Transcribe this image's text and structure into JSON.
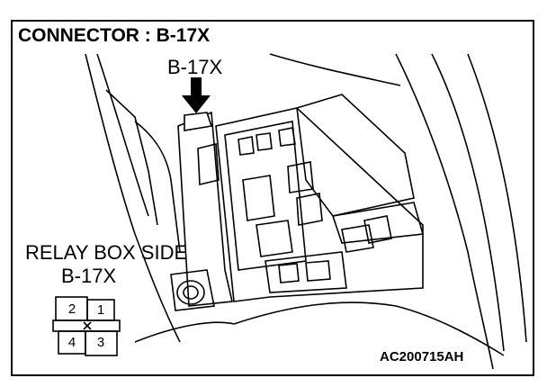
{
  "title": "CONNECTOR : B-17X",
  "callout_label": "B-17X",
  "side_label_line1": "RELAY BOX SIDE",
  "side_label_line2": "B-17X",
  "connector_pins": [
    "2",
    "1",
    "4",
    "3"
  ],
  "figure_code": "AC200715AH"
}
